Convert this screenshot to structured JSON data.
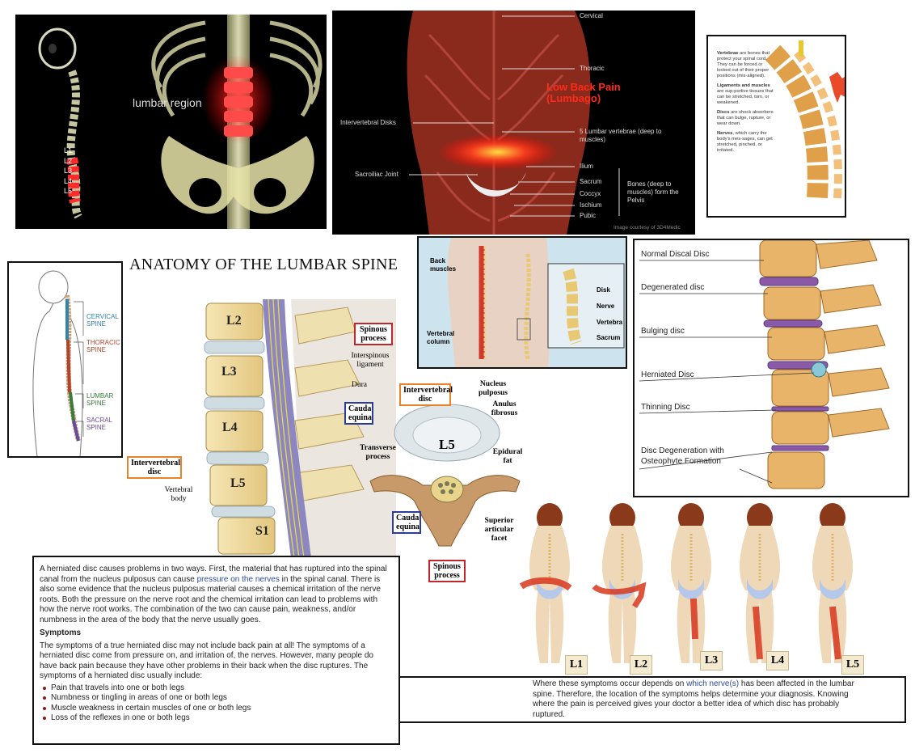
{
  "skeleton_panel": {
    "region_label": "lumbar region",
    "levels": [
      "L1",
      "L2",
      "L3",
      "L4",
      "L5"
    ]
  },
  "muscle_panel": {
    "labels_right": [
      "Cervical",
      "Thoracic",
      "5 Lumbar vertebrae (deep to muscles)",
      "Ilium",
      "Sacrum",
      "Coccyx",
      "Ischium",
      "Pubic"
    ],
    "labels_left": [
      "Intervertebral Disks",
      "Sacroiliac Joint"
    ],
    "pain_label": "Low Back Pain (Lumbago)",
    "bones_label": "Bones (deep to muscles) form the Pelvis",
    "credit": "Image courtesy of 3D4Medic"
  },
  "info_panel": {
    "items": [
      {
        "bold": "Vertebrae",
        "rest": " are bones that protect your spinal cord. They can be forced or locked out of their proper positions (mis-aligned)."
      },
      {
        "bold": "Ligaments and muscles",
        "rest": " are sup-portive tissues that can be stretched, torn, or weakened."
      },
      {
        "bold": "Discs",
        "rest": " are shock absorbers that can bulge, rupture, or wear down."
      },
      {
        "bold": "Nerves",
        "rest": ", which carry the body's mes-sages, can get stretched, pinched, or irritated."
      }
    ]
  },
  "body_panel": {
    "regions": [
      "CERVICAL SPINE",
      "THORACIC SPINE",
      "LUMBAR SPINE",
      "SACRAL SPINE"
    ],
    "colors": [
      "#2f84a8",
      "#b0442c",
      "#3a7a3a",
      "#6a4a9a"
    ]
  },
  "main_diagram": {
    "title": "ANATOMY OF THE LUMBAR SPINE",
    "vertebrae": [
      "L2",
      "L3",
      "L4",
      "L5",
      "S1"
    ],
    "labels": {
      "spinous_process": "Spinous process",
      "interspinous": "Interspinous ligament",
      "dura": "Dura",
      "cauda": "Cauda equina",
      "disc": "Intervertebral disc",
      "body": "Vertebral body"
    }
  },
  "cross_section": {
    "disc_tag": "Intervertebral disc",
    "nucleus": "Nucleus pulposus",
    "anulus": "Anulus fibrosus",
    "transverse": "Transverse process",
    "epidural": "Epidural fat",
    "level": "L5",
    "cauda": "Cauda equina",
    "superior": "Superior articular facet",
    "spinous": "Spinous process"
  },
  "back_panel": {
    "labels": [
      "Back muscles",
      "Vertebral column",
      "Disk",
      "Nerve",
      "Vertebra",
      "Sacrum"
    ]
  },
  "degen_panel": {
    "labels": [
      "Normal Discal Disc",
      "Degenerated disc",
      "Bulging disc",
      "Herniated Disc",
      "Thinning Disc",
      "Disc Degeneration with Osteophyte Formation"
    ]
  },
  "figures": {
    "levels": [
      "L1",
      "L2",
      "L3",
      "L4",
      "L5"
    ]
  },
  "text_box": {
    "p1_a": "A herniated disc causes problems in two ways. First, the material that has ruptured into the spinal canal from the nucleus pulposus can cause ",
    "p1_link": "pressure on the nerves",
    "p1_b": " in the spinal canal. There is also some evidence that the nucleus pulposus material causes a chemical irritation of the nerve roots. Both the pressure on the nerve root and the chemical irritation can lead to problems with how the nerve root works. The combination of the two can cause pain, weakness, and/or numbness in the area of the body that the nerve usually goes.",
    "heading": "Symptoms",
    "p2": "The symptoms of a true herniated disc may not include back pain at all! The symptoms of a herniated disc come from pressure on, and irritation of, the nerves. However, many people do have back pain because they have other problems in their back when the disc ruptures. The symptoms of a herniated disc usually include:",
    "symptoms": [
      "Pain that travels into one or both legs",
      "Numbness or tingling in areas of one or both legs",
      "Muscle weakness in certain muscles of one or both legs",
      "Loss of the reflexes in one or both legs"
    ]
  },
  "bottom_text": {
    "a": "Where these symptoms occur depends on ",
    "link": "which nerve(s)",
    "b": " has been affected in the lumbar spine. Therefore, the location of the symptoms helps determine your diagnosis. Knowing where the pain is perceived gives your doctor a better idea of which disc has probably ruptured."
  }
}
